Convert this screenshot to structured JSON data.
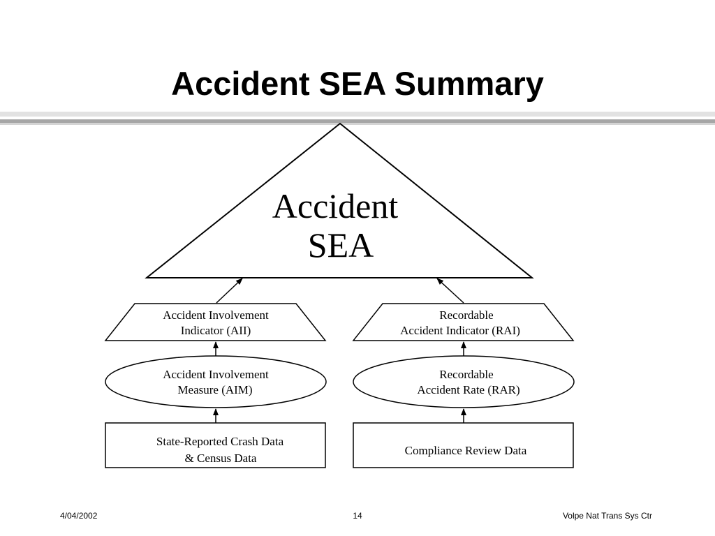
{
  "title": "Accident SEA Summary",
  "diagram": {
    "apex": {
      "line1": "Accident",
      "line2": "SEA"
    },
    "left": {
      "indicator": {
        "line1": "Accident Involvement",
        "line2": "Indicator (AII)"
      },
      "measure": {
        "line1": "Accident Involvement",
        "line2": "Measure (AIM)"
      },
      "data": {
        "line1": "State-Reported Crash Data",
        "line2": "& Census Data"
      }
    },
    "right": {
      "indicator": {
        "line1": "Recordable",
        "line2": "Accident Indicator (RAI)"
      },
      "measure": {
        "line1": "Recordable",
        "line2": "Accident Rate (RAR)"
      },
      "data": {
        "line1": "Compliance Review Data"
      }
    }
  },
  "footer": {
    "date": "4/04/2002",
    "page": "14",
    "org": "Volpe Nat Trans Sys Ctr"
  }
}
